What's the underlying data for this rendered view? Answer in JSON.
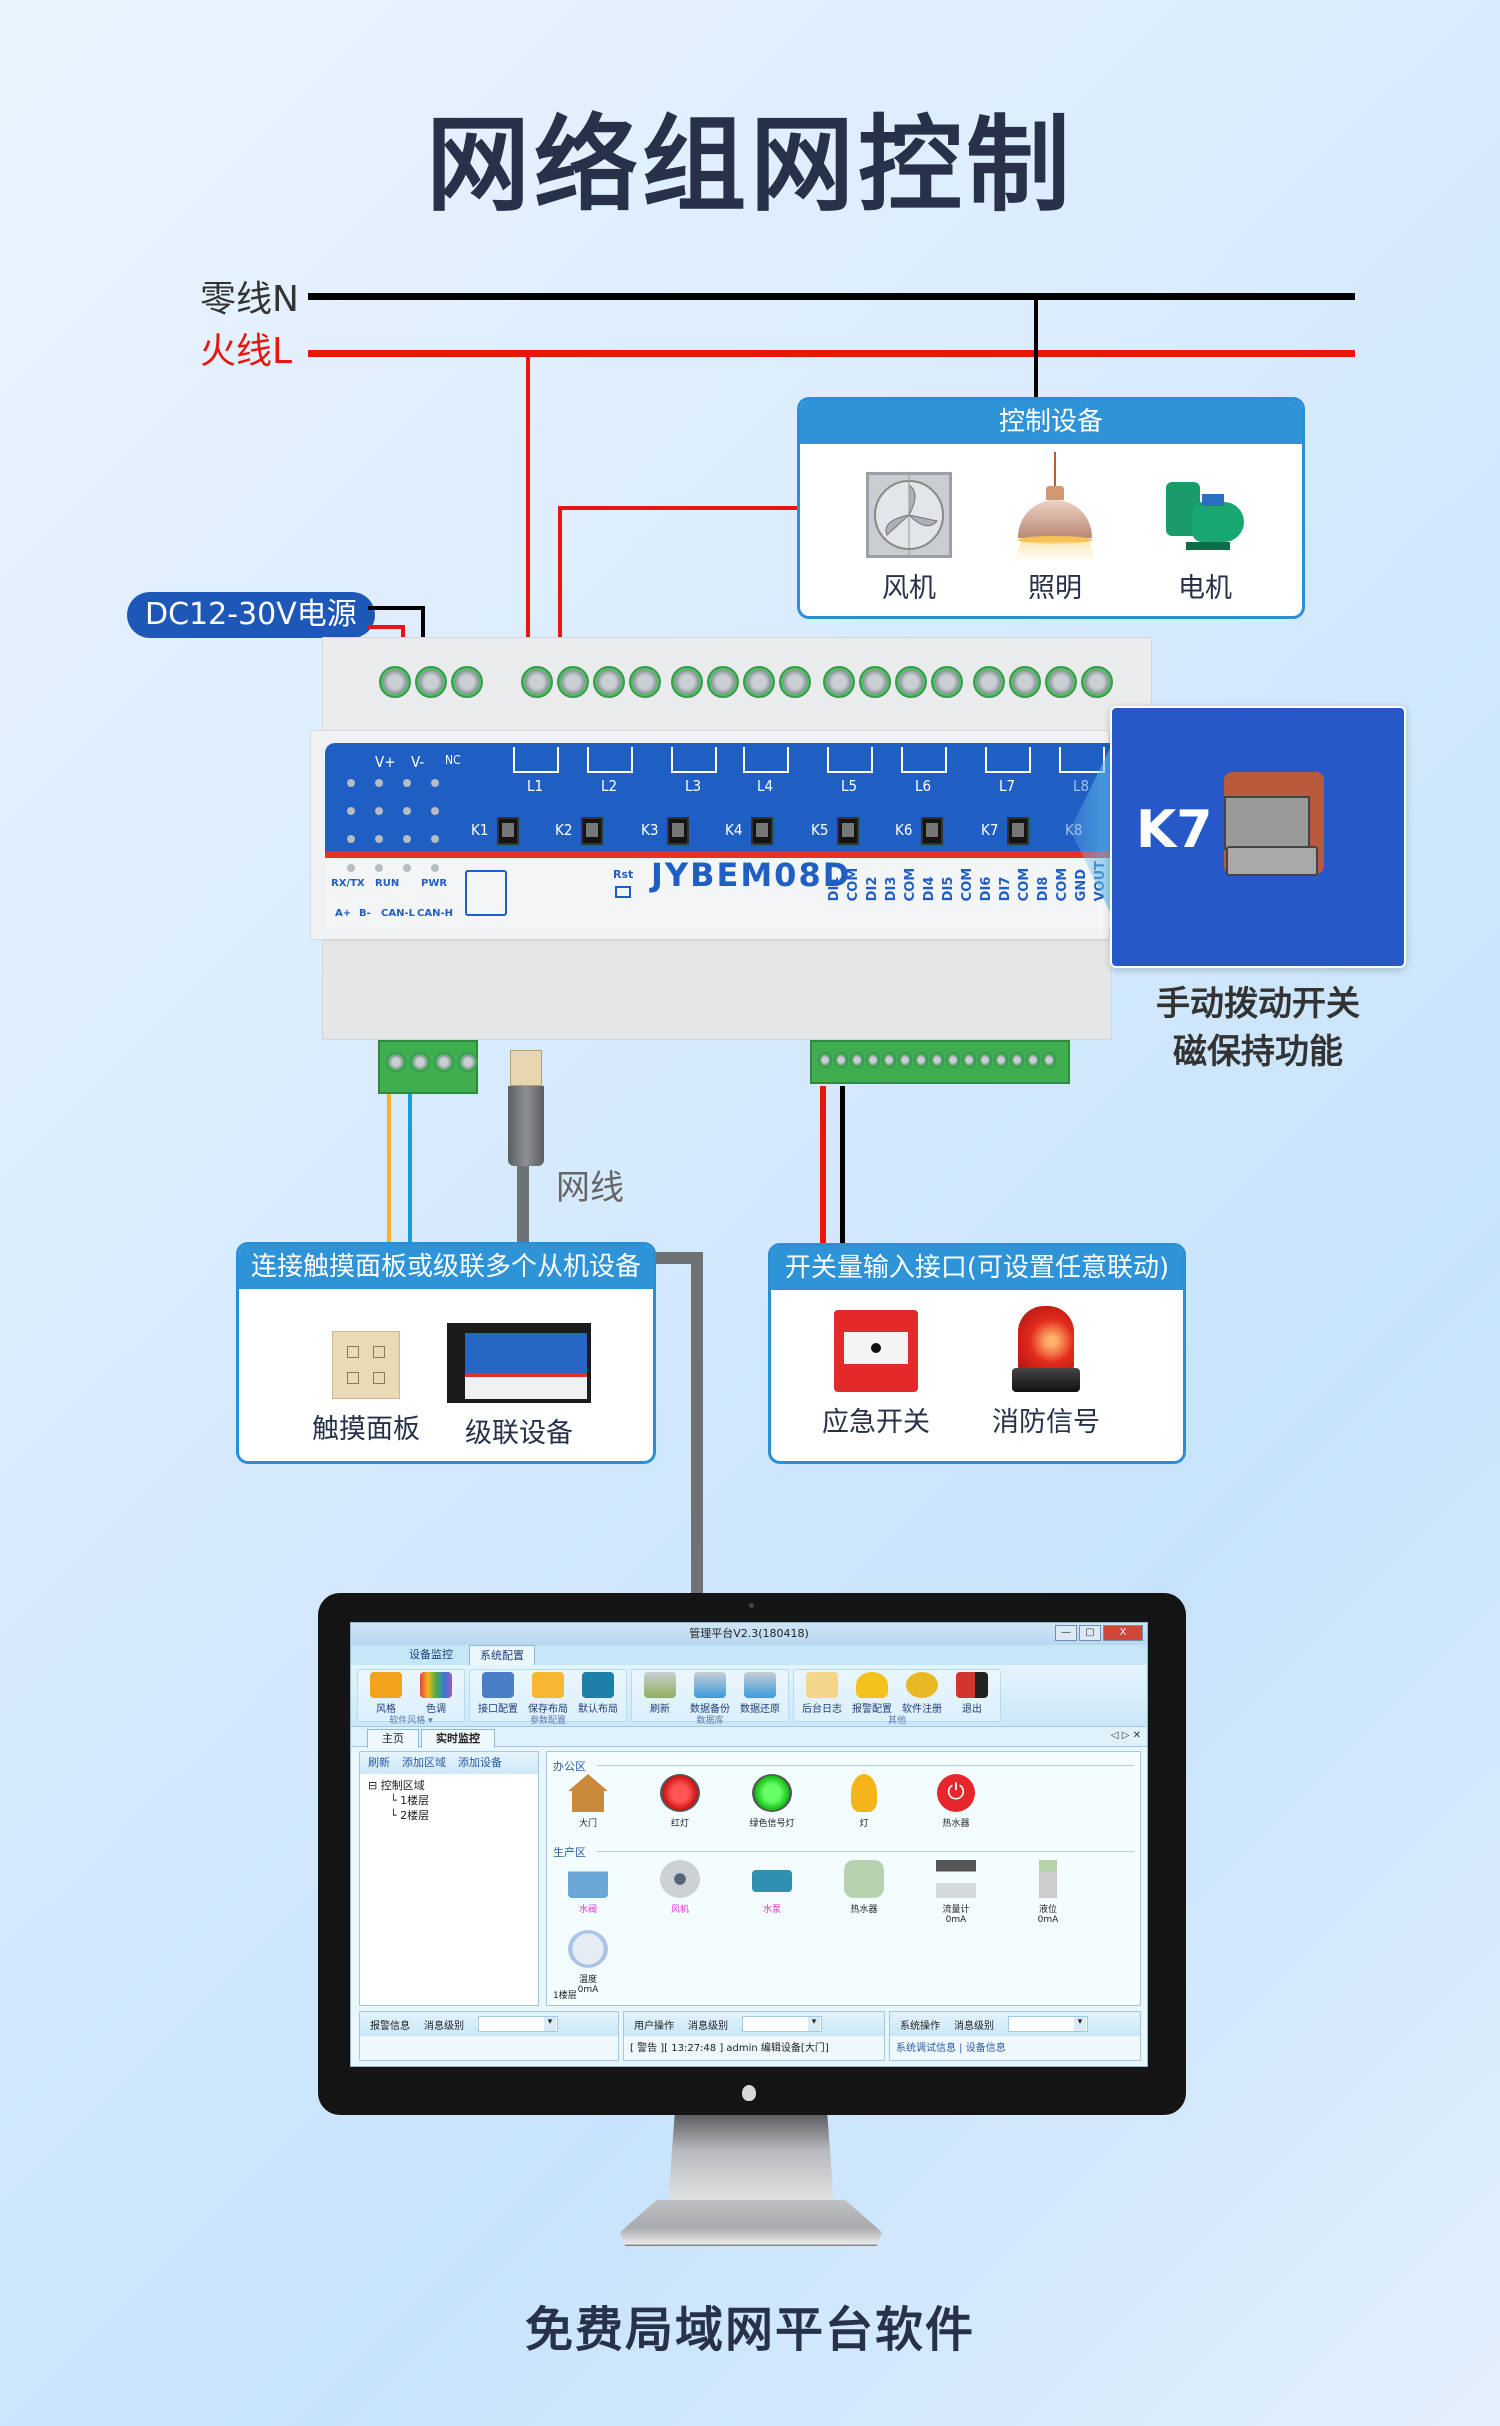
{
  "header": {
    "title": "网络组网控制"
  },
  "power_lines": {
    "neutral_label": "零线N",
    "live_label": "火线L",
    "neutral_color": "#000000",
    "live_color": "#e8160e"
  },
  "power_supply": {
    "label": "DC12-30V电源"
  },
  "controlled_devices": {
    "title": "控制设备",
    "items": [
      {
        "label": "风机",
        "icon": "fan-icon"
      },
      {
        "label": "照明",
        "icon": "pendant-lamp-icon"
      },
      {
        "label": "电机",
        "icon": "water-pump-motor-icon"
      }
    ]
  },
  "device": {
    "model": "JYBEM08D",
    "power_terminals": [
      "V+",
      "V-",
      "NC"
    ],
    "relay_labels": [
      "L1",
      "L2",
      "L3",
      "L4",
      "L5",
      "L6",
      "L7",
      "L8"
    ],
    "switch_labels": [
      "K1",
      "K2",
      "K3",
      "K4",
      "K5",
      "K6",
      "K7",
      "K8"
    ],
    "led_labels": [
      "RX/TX",
      "RUN",
      "PWR"
    ],
    "bus_labels": [
      "A+",
      "B-",
      "CAN-L",
      "CAN-H"
    ],
    "reset_label": "Rst",
    "input_labels": [
      "DI1",
      "COM",
      "DI2",
      "DI3",
      "COM",
      "DI4",
      "DI5",
      "COM",
      "DI6",
      "DI7",
      "COM",
      "DI8",
      "COM",
      "GND",
      "VOUT"
    ]
  },
  "k7_callout": {
    "label": "K7",
    "caption_line1": "手动拨动开关",
    "caption_line2": "磁保持功能"
  },
  "network_cable": {
    "label": "网线"
  },
  "slave_devices": {
    "title": "连接触摸面板或级联多个从机设备",
    "items": [
      {
        "label": "触摸面板",
        "icon": "touch-panel-icon"
      },
      {
        "label": "级联设备",
        "icon": "cascade-module-icon"
      }
    ]
  },
  "digital_inputs": {
    "title": "开关量输入接口(可设置任意联动)",
    "items": [
      {
        "label": "应急开关",
        "icon": "emergency-button-icon"
      },
      {
        "label": "消防信号",
        "icon": "alarm-beacon-icon"
      }
    ]
  },
  "software": {
    "window_title": "管理平台V2.3(180418)",
    "window_controls": [
      "—",
      "▢",
      "X"
    ],
    "tabs": [
      {
        "label": "设备监控"
      },
      {
        "label": "系统配置",
        "active": true
      }
    ],
    "ribbon_groups": [
      {
        "name": "软件风格 ▾",
        "buttons": [
          {
            "label": "风格",
            "color": "#f2a21c"
          },
          {
            "label": "色调",
            "color": "#e0463f"
          }
        ]
      },
      {
        "name": "参数配置",
        "buttons": [
          {
            "label": "接口配置",
            "color": "#4a7fc8"
          },
          {
            "label": "保存布局",
            "color": "#f5b731"
          },
          {
            "label": "默认布局",
            "color": "#1e7fa8"
          }
        ]
      },
      {
        "name": "数据库",
        "buttons": [
          {
            "label": "刷新",
            "color": "#8fb05a"
          },
          {
            "label": "数据备份",
            "color": "#9aa2a8"
          },
          {
            "label": "数据还原",
            "color": "#9aa2a8"
          }
        ]
      },
      {
        "name": "其他",
        "buttons": [
          {
            "label": "后台日志",
            "color": "#f3d68a"
          },
          {
            "label": "报警配置",
            "color": "#f4c11d"
          },
          {
            "label": "软件注册",
            "color": "#e8b825"
          },
          {
            "label": "退出",
            "color": "#d3342b"
          }
        ]
      }
    ],
    "doc_tabs": [
      {
        "label": "主页"
      },
      {
        "label": "实时监控",
        "active": true
      }
    ],
    "doc_nav": "◁ ▷ ✕",
    "left_toolbar": [
      "刷新",
      "添加区域",
      "添加设备"
    ],
    "tree": {
      "root": "⊟ 控制区域",
      "children": [
        "1楼层",
        "2楼层"
      ]
    },
    "zones": [
      {
        "name": "办公区",
        "devices": [
          {
            "label": "大门",
            "color": "#c98a3b",
            "pink": false
          },
          {
            "label": "红灯",
            "color": "#e3272b",
            "pink": false
          },
          {
            "label": "绿色信号灯",
            "color": "#2ecb3e",
            "pink": false
          },
          {
            "label": "灯",
            "color": "#f4b41a",
            "pink": false
          },
          {
            "label": "热水器",
            "color": "#e6262a",
            "pink": false
          }
        ]
      },
      {
        "name": "生产区",
        "devices": [
          {
            "label": "水阀",
            "color": "#6aa7d6",
            "pink": true
          },
          {
            "label": "风机",
            "color": "#b9bec4",
            "pink": true
          },
          {
            "label": "水泵",
            "color": "#2f8fb0",
            "pink": true
          },
          {
            "label": "热水器",
            "color": "#b7d2b0",
            "pink": false
          },
          {
            "label": "流量计",
            "value": "0mA",
            "color": "#d5d8dc",
            "pink": false
          },
          {
            "label": "液位",
            "value": "0mA",
            "color": "#b8d3a8",
            "pink": false
          }
        ]
      }
    ],
    "extra_device": {
      "label": "温度",
      "value": "0mA",
      "color": "#a9c4e4"
    },
    "floor_label": "1楼层",
    "bottom_panes": [
      {
        "title": "报警信息",
        "level_label": "消息级别",
        "body": ""
      },
      {
        "title": "用户操作",
        "level_label": "消息级别",
        "body": "[ 警告 ][ 13:27:48 ]  admin 编辑设备[大门]"
      },
      {
        "title": "系统操作",
        "level_label": "消息级别",
        "tabs": [
          "系统调试信息",
          "设备信息"
        ]
      }
    ]
  },
  "footer": {
    "title": "免费局域网平台软件"
  }
}
